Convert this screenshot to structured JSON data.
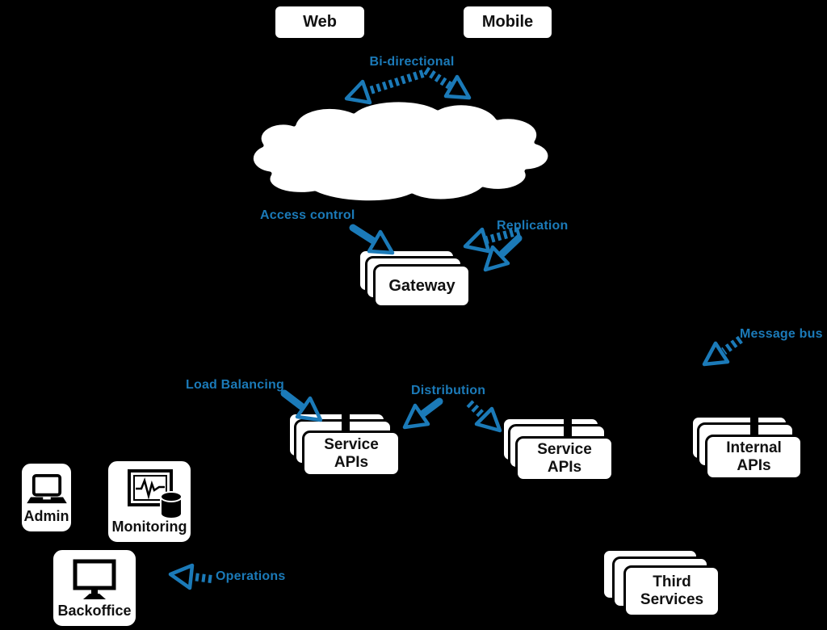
{
  "diagram": {
    "background": "#000000",
    "accent_blue": "#1b7ab8",
    "box_bg": "#ffffff",
    "box_border": "#000000"
  },
  "nodes": {
    "web": {
      "label": "Web"
    },
    "mobile": {
      "label": "Mobile"
    },
    "gateway": {
      "label": "Gateway"
    },
    "service_apis_left": {
      "label": "Service\nAPIs"
    },
    "service_apis_right": {
      "label": "Service\nAPIs"
    },
    "internal_apis": {
      "label": "Internal\nAPIs"
    },
    "third_services": {
      "label": "Third\nServices"
    },
    "admin": {
      "label": "Admin",
      "icon": "laptop-icon"
    },
    "monitoring": {
      "label": "Monitoring",
      "icon": "pulse-monitor-icon,database-icon"
    },
    "backoffice": {
      "label": "Backoffice",
      "icon": "desktop-monitor-icon"
    }
  },
  "annotations": {
    "bidirectional": "Bi-directional",
    "access_control": "Access control",
    "replication": "Replication",
    "message_bus": "Message bus",
    "load_balancing": "Load Balancing",
    "distribution": "Distribution",
    "operations": "Operations"
  },
  "shapes": {
    "cloud": "internet-cloud"
  }
}
